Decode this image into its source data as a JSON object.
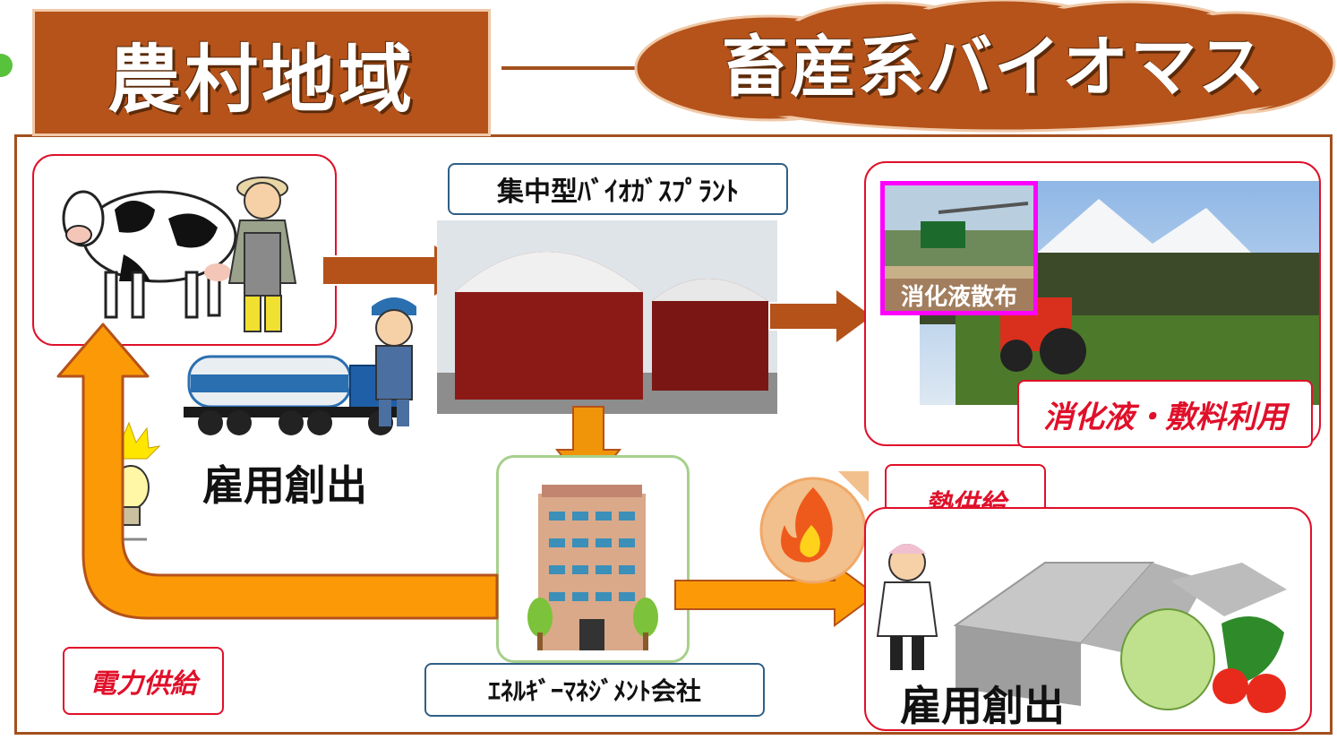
{
  "title": "農村地域",
  "cloud_title": "畜産系バイオマス",
  "plant_label": "集中型ﾊﾞｲｵｶﾞｽﾌﾟﾗﾝﾄ",
  "spread_label": "消化液散布",
  "digestate_use": "消化液・敷料利用",
  "employment_left": "雇用創出",
  "heat_supply": "熱供給",
  "power_supply": "電力供給",
  "energy_company": "ｴﾈﾙｷﾞｰﾏﾈｼﾞﾒﾝﾄ会社",
  "employment_right": "雇用創出",
  "colors": {
    "frame": "#a3501e",
    "title_bg": "#b5531b",
    "arrow_brown": "#b4521a",
    "arrow_orange": "#fb9a06",
    "red": "#e0102a",
    "blue_border": "#2f5f86",
    "green_border": "#a7d08c",
    "magenta": "#ff00ff"
  },
  "icons": [
    "cow-icon",
    "farmer-icon",
    "worker-icon",
    "tanker-truck-icon",
    "biogas-plant-image",
    "building-icon",
    "lightbulb-icon",
    "fire-icon",
    "greenhouse-image",
    "vegetables-icon",
    "tractor-image"
  ]
}
